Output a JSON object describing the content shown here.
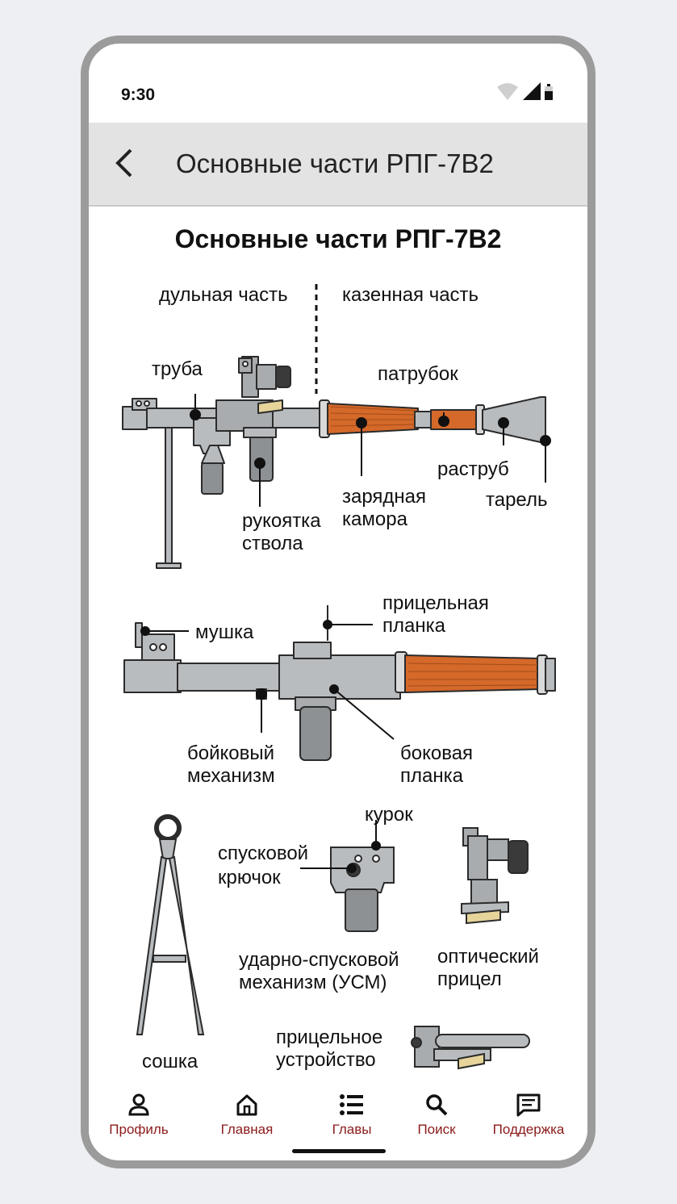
{
  "status_bar": {
    "time": "9:30"
  },
  "app_bar": {
    "title": "Основные части РПГ-7В2"
  },
  "diagram": {
    "title": "Основные части РПГ-7В2",
    "sections": {
      "muzzle": "дульная часть",
      "breech": "казенная часть"
    },
    "labels": {
      "truba": "труба",
      "patrubok": "патрубок",
      "rastrub": "раструб",
      "tarel": "тарель",
      "charging_1": "зарядная",
      "charging_2": "камора",
      "handle_1": "рукоятка",
      "handle_2": "ствола",
      "mushka": "мушка",
      "sight_bar_1": "прицельная",
      "sight_bar_2": "планка",
      "striker_1": "бойковый",
      "striker_2": "механизм",
      "side_bar_1": "боковая",
      "side_bar_2": "планка",
      "kurok": "курок",
      "trigger_1": "спусковой",
      "trigger_2": "крючок",
      "usm_1": "ударно-спусковой",
      "usm_2": "механизм (УСМ)",
      "optic_1": "оптический",
      "optic_2": "прицел",
      "soshka": "сошка",
      "sight_device_1": "прицельное",
      "sight_device_2": "устройство"
    },
    "colors": {
      "metal": "#b9bcbf",
      "chamber": "#d4692a",
      "outline": "#2b2b2b"
    }
  },
  "bottom_nav": {
    "items": [
      {
        "label": "Профиль",
        "icon": "person-icon"
      },
      {
        "label": "Главная",
        "icon": "home-icon"
      },
      {
        "label": "Главы",
        "icon": "list-icon"
      },
      {
        "label": "Поиск",
        "icon": "search-icon"
      },
      {
        "label": "Поддержка",
        "icon": "chat-icon"
      }
    ],
    "accent": "#8b1a1a"
  }
}
